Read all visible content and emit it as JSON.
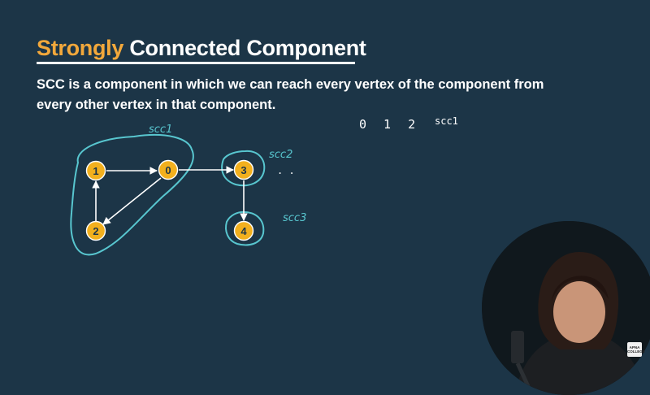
{
  "slide": {
    "title_part1": "Strongly",
    "title_part2": "Connected Component",
    "description": "SCC is a component in which we can reach every vertex of the component from every other vertex in that component."
  },
  "diagram": {
    "nodes": [
      {
        "id": "0",
        "label": "0"
      },
      {
        "id": "1",
        "label": "1"
      },
      {
        "id": "2",
        "label": "2"
      },
      {
        "id": "3",
        "label": "3"
      },
      {
        "id": "4",
        "label": "4"
      }
    ],
    "edges": [
      {
        "from": "1",
        "to": "0"
      },
      {
        "from": "0",
        "to": "2"
      },
      {
        "from": "2",
        "to": "1"
      },
      {
        "from": "0",
        "to": "3"
      },
      {
        "from": "3",
        "to": "4"
      }
    ],
    "components": [
      {
        "label": "scc1",
        "members": [
          "0",
          "1",
          "2"
        ]
      },
      {
        "label": "scc2",
        "members": [
          "3"
        ]
      },
      {
        "label": "scc3",
        "members": [
          "4"
        ]
      }
    ],
    "node_color": "#f2b01e",
    "annotation_color": "#58c6cf"
  },
  "handwriting": {
    "sequence": "0 1 2",
    "sequence_label": "scc1",
    "dots": ". ."
  },
  "overlay": {
    "logo_text": "APNA COLLEGE"
  }
}
